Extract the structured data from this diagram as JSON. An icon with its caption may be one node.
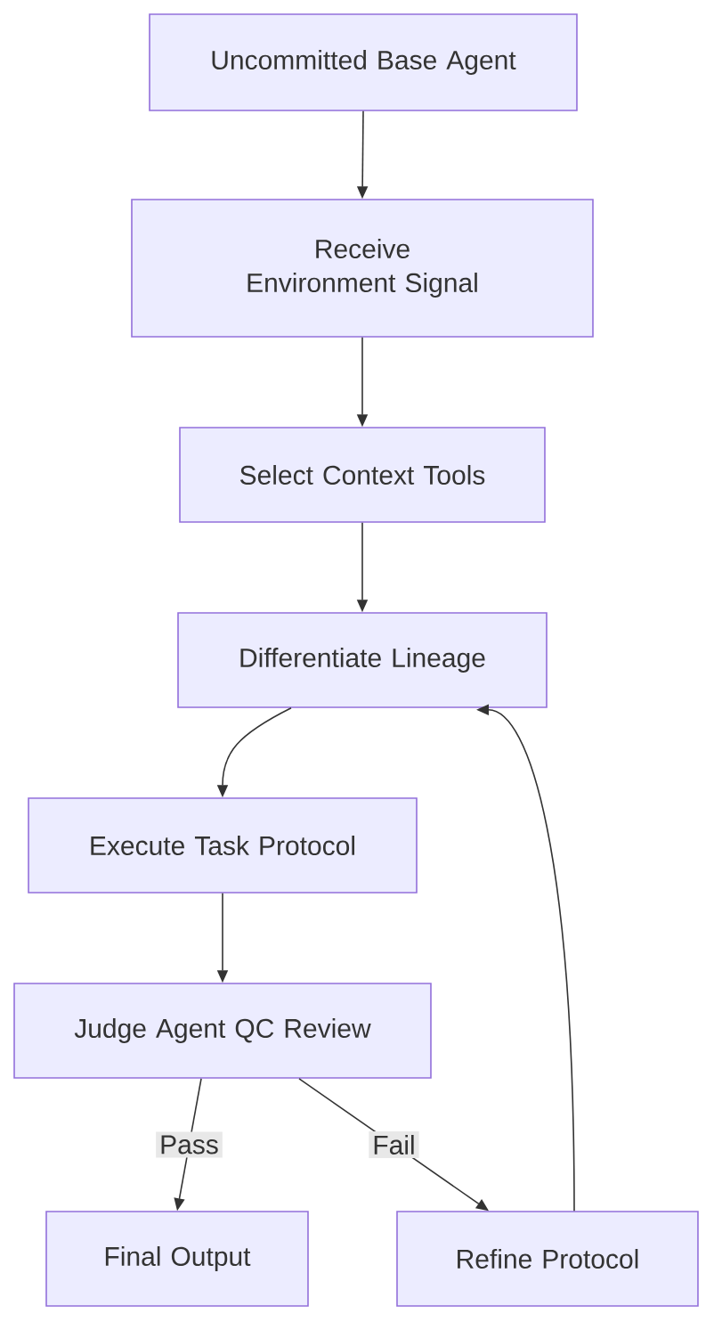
{
  "diagram": {
    "nodes": [
      {
        "text": [
          "Uncommitted Base Agent"
        ]
      },
      {
        "text": [
          "Receive Environment Signal"
        ]
      },
      {
        "text": [
          "Select Context Tools"
        ]
      },
      {
        "text": [
          "Differentiate Lineage"
        ]
      },
      {
        "text": [
          "Execute Task Protocol"
        ]
      },
      {
        "text": [
          "Judge Agent QC Review"
        ]
      },
      {
        "text": [
          "Final Output"
        ]
      },
      {
        "text": [
          "Refine Protocol"
        ]
      }
    ],
    "edges": [
      {
        "from": 0,
        "to": 1,
        "arrow": "to"
      },
      {
        "from": 1,
        "to": 2,
        "arrow": "to"
      },
      {
        "from": 2,
        "to": 3,
        "arrow": "to"
      },
      {
        "from": 3,
        "to": 4,
        "arrow": "to"
      },
      {
        "from": 4,
        "to": 5,
        "arrow": "to"
      },
      {
        "from": 5,
        "to": 6,
        "arrow": "to",
        "label": "Pass"
      },
      {
        "from": 5,
        "to": 7,
        "arrow": "to",
        "label": "Fail"
      },
      {
        "from": 7,
        "to": 3,
        "arrow": "to"
      }
    ]
  }
}
